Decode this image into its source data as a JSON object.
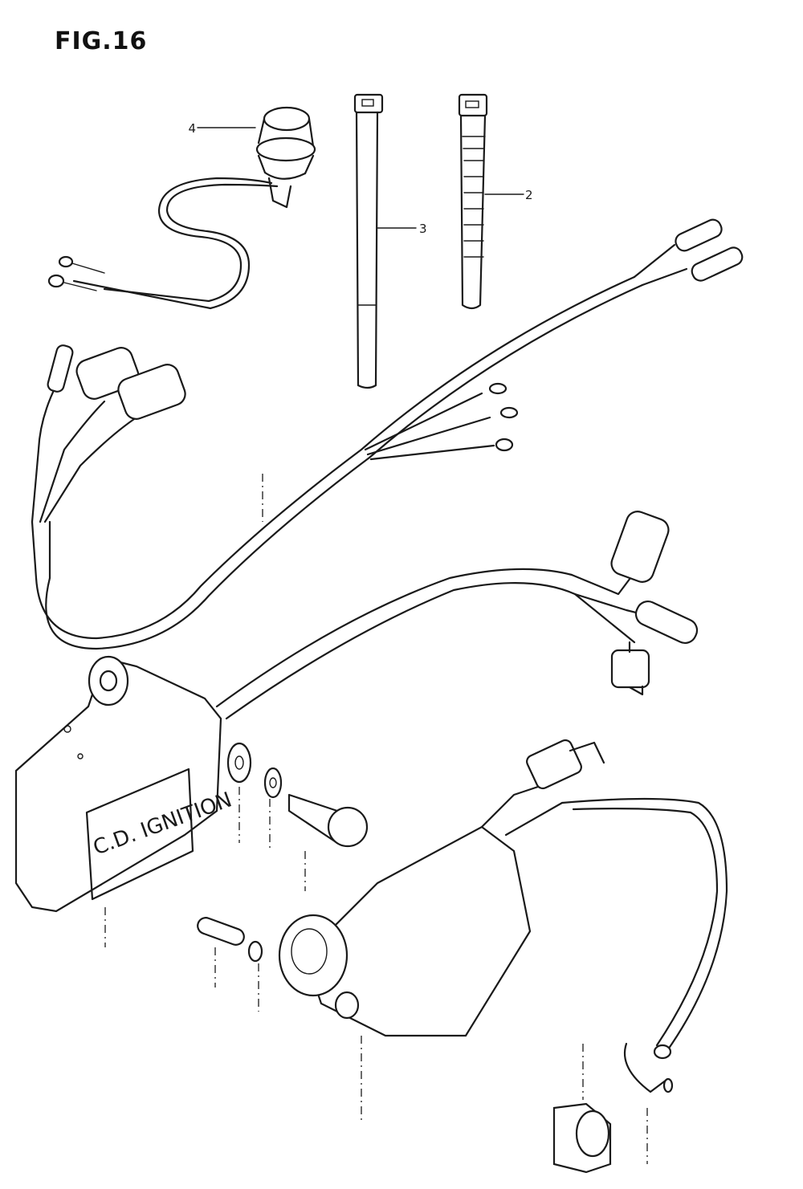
{
  "figure": {
    "title": "FIG.16"
  },
  "callouts": [
    {
      "id": "4",
      "label": "4"
    },
    {
      "id": "3",
      "label": "3"
    },
    {
      "id": "2",
      "label": "2"
    }
  ],
  "cdi_unit": {
    "label_main": "C.D. IGNITION"
  }
}
